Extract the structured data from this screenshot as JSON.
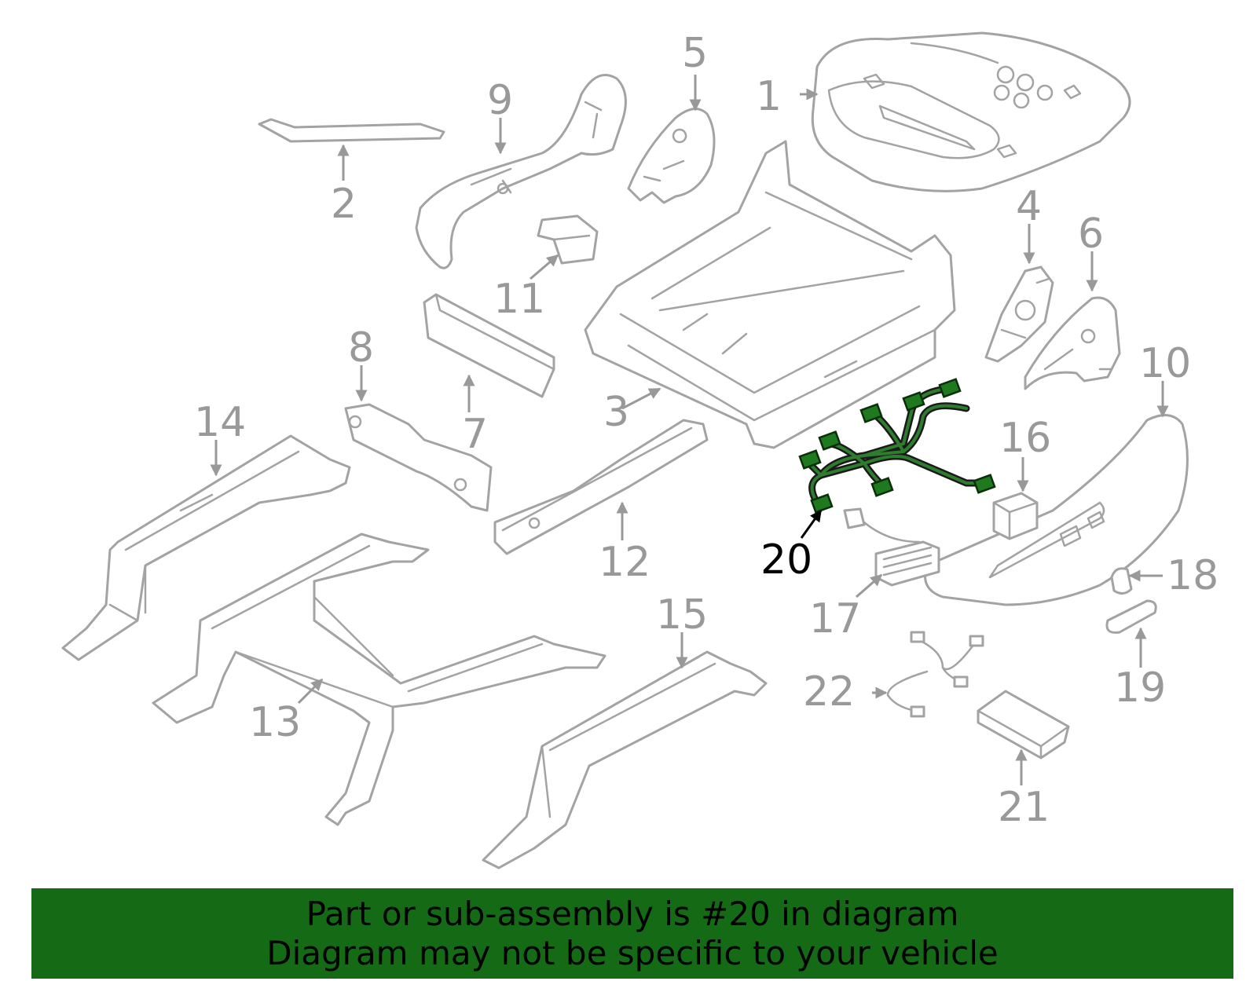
{
  "callouts": [
    {
      "id": "1",
      "label": "1",
      "highlight": false
    },
    {
      "id": "2",
      "label": "2",
      "highlight": false
    },
    {
      "id": "3",
      "label": "3",
      "highlight": false
    },
    {
      "id": "4",
      "label": "4",
      "highlight": false
    },
    {
      "id": "5",
      "label": "5",
      "highlight": false
    },
    {
      "id": "6",
      "label": "6",
      "highlight": false
    },
    {
      "id": "7",
      "label": "7",
      "highlight": false
    },
    {
      "id": "8",
      "label": "8",
      "highlight": false
    },
    {
      "id": "9",
      "label": "9",
      "highlight": false
    },
    {
      "id": "10",
      "label": "10",
      "highlight": false
    },
    {
      "id": "11",
      "label": "11",
      "highlight": false
    },
    {
      "id": "12",
      "label": "12",
      "highlight": false
    },
    {
      "id": "13",
      "label": "13",
      "highlight": false
    },
    {
      "id": "14",
      "label": "14",
      "highlight": false
    },
    {
      "id": "15",
      "label": "15",
      "highlight": false
    },
    {
      "id": "16",
      "label": "16",
      "highlight": false
    },
    {
      "id": "17",
      "label": "17",
      "highlight": false
    },
    {
      "id": "18",
      "label": "18",
      "highlight": false
    },
    {
      "id": "19",
      "label": "19",
      "highlight": false
    },
    {
      "id": "20",
      "label": "20",
      "highlight": true
    },
    {
      "id": "21",
      "label": "21",
      "highlight": false
    },
    {
      "id": "22",
      "label": "22",
      "highlight": false
    }
  ],
  "banner": {
    "line1": "Part or sub-assembly is #20 in diagram",
    "line2": "Diagram may not be specific to your vehicle",
    "background": "#156b15",
    "text_color": "#000000"
  },
  "colors": {
    "part_outline": "#a3a3a3",
    "callout_text": "#999999",
    "highlight_text": "#000000",
    "highlight_part": "#1f7a1f"
  }
}
